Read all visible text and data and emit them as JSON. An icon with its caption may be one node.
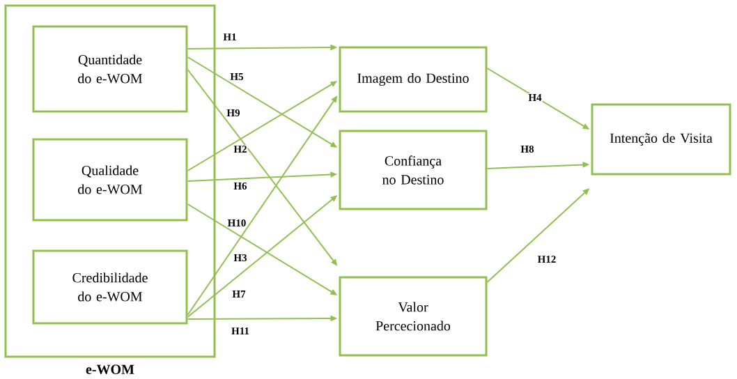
{
  "diagram": {
    "nodes": [
      {
        "text": [
          "e-WOM"
        ]
      },
      {
        "text": [
          "Quantidade do e-WOM"
        ],
        "in": 0
      },
      {
        "text": [
          "Qualidade do e-WOM"
        ],
        "in": 0
      },
      {
        "text": [
          "Credibilidade do e-WOM"
        ],
        "in": 0
      },
      {
        "text": [
          "Imagem do Destino"
        ]
      },
      {
        "text": [
          "Confiança no Destino"
        ]
      },
      {
        "text": [
          "Valor Percecionado"
        ]
      },
      {
        "text": [
          "Intenção de Visita"
        ]
      }
    ],
    "edges": [
      {
        "from": 1,
        "to": 4,
        "arrow": "to",
        "label": "H1"
      },
      {
        "from": 1,
        "to": 5,
        "arrow": "to",
        "label": "H5"
      },
      {
        "from": 1,
        "to": 6,
        "arrow": "to",
        "label": "H9"
      },
      {
        "from": 2,
        "to": 4,
        "arrow": "to",
        "label": "H2"
      },
      {
        "from": 2,
        "to": 5,
        "arrow": "to",
        "label": "H6"
      },
      {
        "from": 2,
        "to": 6,
        "arrow": "to",
        "label": "H10"
      },
      {
        "from": 3,
        "to": 4,
        "arrow": "to",
        "label": "H3"
      },
      {
        "from": 3,
        "to": 5,
        "arrow": "to",
        "label": "H7"
      },
      {
        "from": 3,
        "to": 6,
        "arrow": "to",
        "label": "H11"
      },
      {
        "from": 4,
        "to": 7,
        "arrow": "to",
        "label": "H4"
      },
      {
        "from": 5,
        "to": 7,
        "arrow": "to",
        "label": "H8"
      },
      {
        "from": 6,
        "to": 7,
        "arrow": "to",
        "label": "H12"
      }
    ]
  }
}
